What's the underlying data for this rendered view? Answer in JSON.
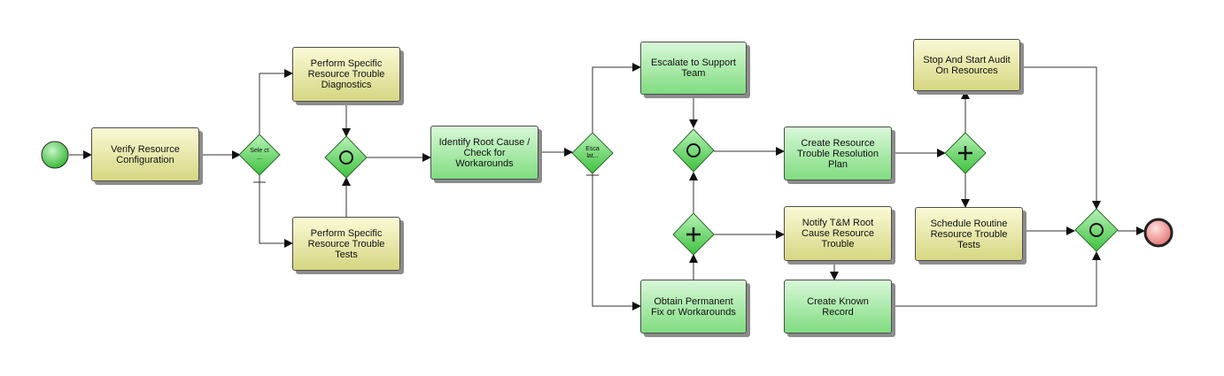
{
  "tasks": {
    "verify": "Verify Resource Configuration",
    "diagnostics": "Perform Specific Resource Trouble Diagnostics",
    "tests": "Perform Specific Resource Trouble Tests",
    "identify": "Identify Root Cause / Check for Workarounds",
    "escalate": "Escalate to Support Team",
    "obtain": "Obtain Permanent Fix or Workarounds",
    "create_plan": "Create Resource Trouble Resolution Plan",
    "notify": "Notify T&M Root Cause Resource Trouble",
    "known": "Create Known Record",
    "audit": "Stop And Start Audit On Resources",
    "routine": "Schedule Routine Resource Trouble Tests"
  },
  "gateways": {
    "select": "Sele ct ...",
    "escalate": "Esca lat..."
  },
  "colors": {
    "task_yellow": "#e8e8a0",
    "task_green": "#a8eca8",
    "gateway_green": "#6fd86f",
    "start_event": "#4fcf4f",
    "end_event": "#f2a0a0",
    "line": "#333333"
  }
}
